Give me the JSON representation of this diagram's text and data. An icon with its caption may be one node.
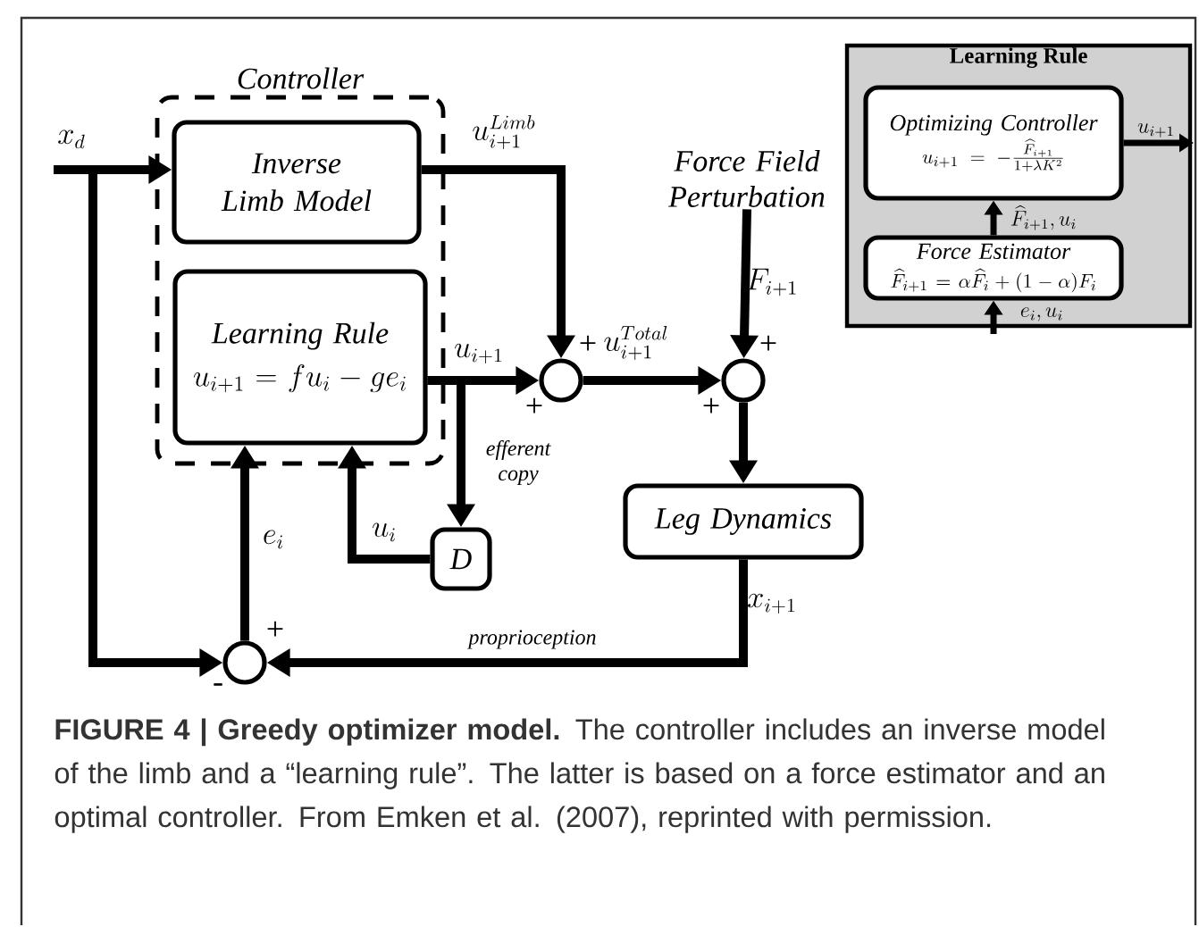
{
  "diagram": {
    "caption": "**FIGURE 4 | Greedy optimizer model.** The controller includes an inverse model of the limb and a “learning rule”. The latter is based on a force estimator and an optimal controller. From Emken et al. (2007), reprinted with permission.",
    "nodes": [
      {
        "text": [
          "Controller"
        ]
      },
      {
        "text": [
          "Inverse Limb Model"
        ],
        "in": 0
      },
      {
        "text": [
          "Learning Rule",
          "u_{i+1} = fu_i - ge_i"
        ],
        "in": 0
      },
      {
        "text": [],
        "shape": "circle"
      },
      {
        "text": [],
        "shape": "circle"
      },
      {
        "text": [
          "Force Field Perturbation"
        ]
      },
      {
        "text": [
          "Leg Dynamics"
        ]
      },
      {
        "text": [
          "D"
        ]
      },
      {
        "text": [],
        "shape": "circle"
      },
      {
        "text": [
          "Learning Rule"
        ]
      },
      {
        "text": [
          "Optimizing Controller",
          "u_{i+1} = -\\frac{\\widehat{F}_{i+1}}{1+\\lambda K^2}"
        ],
        "in": 9
      },
      {
        "text": [
          "Force Estimator",
          "\\widehat{F}_{i+1} = \\alpha\\widehat{F}_i + (1-\\alpha)F_i"
        ],
        "in": 9
      }
    ],
    "edges": [
      {
        "from": null,
        "to": 1,
        "arrow": "to",
        "label": "x_d"
      },
      {
        "from": null,
        "to": 8,
        "arrow": "to"
      },
      {
        "from": 1,
        "to": 3,
        "arrow": "to",
        "label": "u^{Limb}_{i+1}"
      },
      {
        "from": 2,
        "to": 3,
        "arrow": "to",
        "label": "u_{i+1}"
      },
      {
        "from": 2,
        "to": 7,
        "arrow": "to",
        "label": "efferent copy"
      },
      {
        "from": 3,
        "to": 4,
        "arrow": "to",
        "label": "u^{Total}_{i+1}"
      },
      {
        "from": 5,
        "to": 4,
        "arrow": "to",
        "label": "F_{i+1}"
      },
      {
        "from": 4,
        "to": 6,
        "arrow": "to"
      },
      {
        "from": 7,
        "to": 2,
        "arrow": "to",
        "label": "u_i"
      },
      {
        "from": 6,
        "to": 8,
        "arrow": "to",
        "label": "x_{i+1}"
      },
      {
        "from": 8,
        "to": 2,
        "arrow": "to",
        "label": "e_i"
      },
      {
        "from": 11,
        "to": 10,
        "arrow": "to",
        "label": "\\widehat{F}_{i+1}, u_i"
      },
      {
        "from": null,
        "to": 11,
        "arrow": "to",
        "label": "e_i, u_i"
      },
      {
        "from": 10,
        "to": null,
        "arrow": "to",
        "label": "u_{i+1}"
      }
    ],
    "labels": [
      "+",
      "+",
      "+",
      "+",
      "+",
      "-",
      "proprioception"
    ]
  }
}
